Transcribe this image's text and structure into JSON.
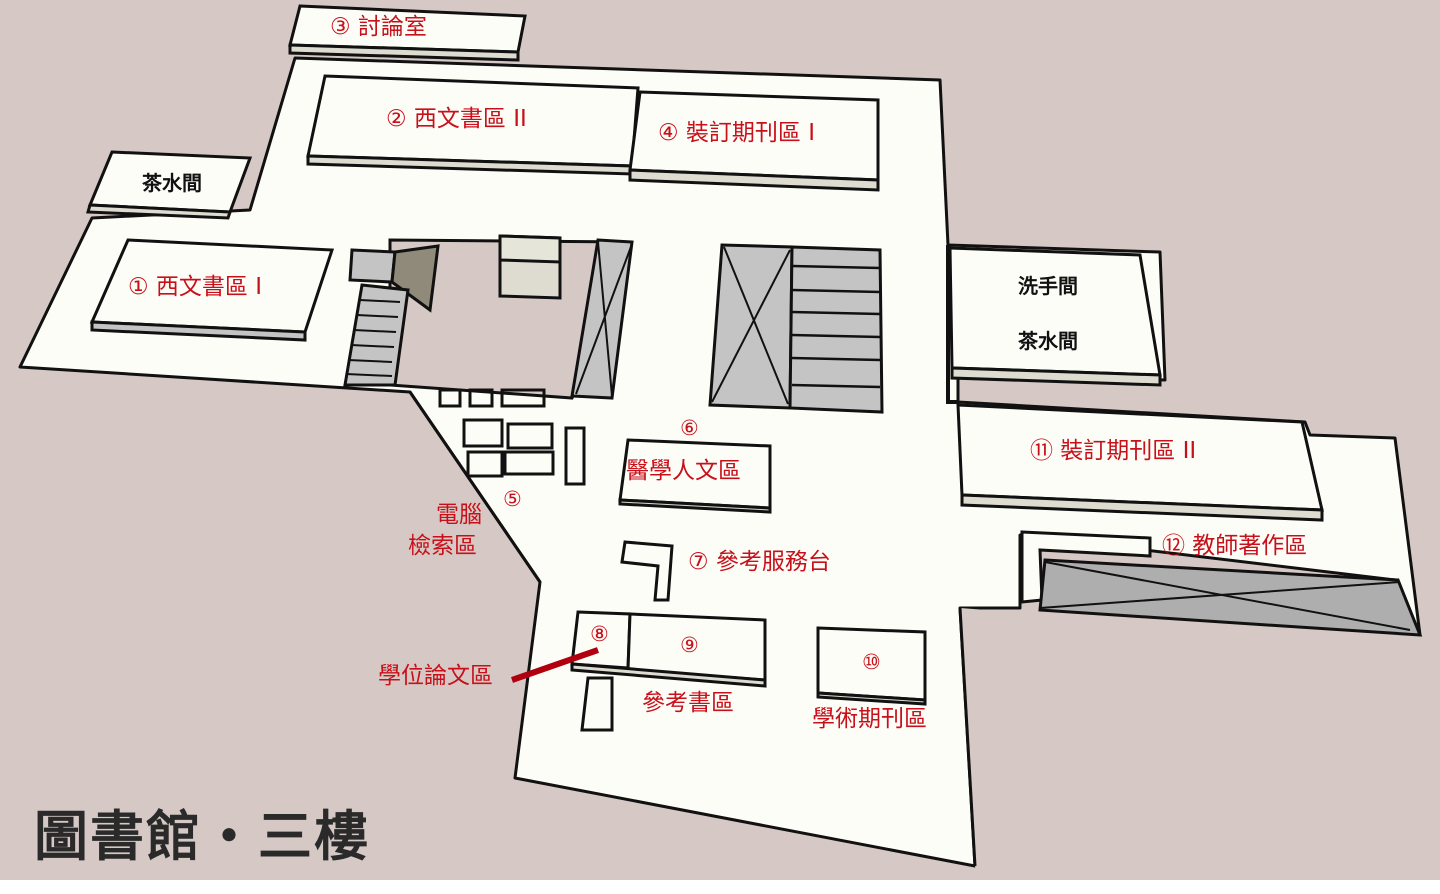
{
  "title": "圖書館・三樓",
  "colors": {
    "background": "#d6c9c5",
    "floor": "#fdfdf8",
    "label_red": "#c8101a",
    "stair_gray": "#c8c8c8",
    "elevator_gray": "#aeaeae"
  },
  "rooms": [
    {
      "id": "r1",
      "label": "① 西文書區 I"
    },
    {
      "id": "r2",
      "label": "② 西文書區 II"
    },
    {
      "id": "r3",
      "label": "③ 討論室"
    },
    {
      "id": "r4",
      "label": "④ 裝訂期刊區 I"
    },
    {
      "id": "r5",
      "num": "⑤",
      "label_line1": "電腦",
      "label_line2": "檢索區"
    },
    {
      "id": "r6",
      "num": "⑥",
      "label": "醫學人文區"
    },
    {
      "id": "r7",
      "label": "⑦ 參考服務台"
    },
    {
      "id": "r8",
      "num": "⑧",
      "label": "學位論文區"
    },
    {
      "id": "r9",
      "num": "⑨",
      "label": "參考書區"
    },
    {
      "id": "r10",
      "num": "⑩",
      "label": "學術期刊區"
    },
    {
      "id": "r11",
      "label": "⑪ 裝訂期刊區 II"
    },
    {
      "id": "r12",
      "label": "⑫ 教師著作區"
    }
  ],
  "facilities": {
    "tea_room_left": "茶水間",
    "restroom_right": "洗手間",
    "tea_room_right": "茶水間"
  }
}
